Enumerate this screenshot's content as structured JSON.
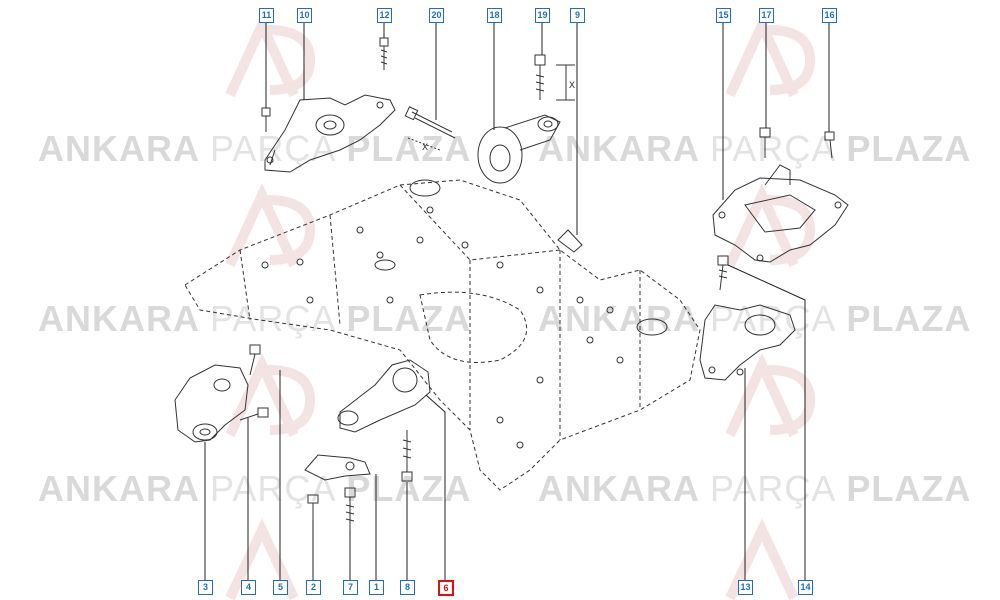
{
  "watermark": {
    "word1": "ANKARA",
    "word2": "PARÇA",
    "word3": "PLAZA",
    "logo": "AP"
  },
  "colors": {
    "callout_border": "#1e6fb8",
    "highlight": "#dd1111",
    "line": "#333333"
  },
  "callouts": [
    {
      "id": "c11",
      "label": "11"
    },
    {
      "id": "c10",
      "label": "10"
    },
    {
      "id": "c12",
      "label": "12"
    },
    {
      "id": "c20",
      "label": "20"
    },
    {
      "id": "c18",
      "label": "18"
    },
    {
      "id": "c19",
      "label": "19"
    },
    {
      "id": "c9",
      "label": "9"
    },
    {
      "id": "c15",
      "label": "15"
    },
    {
      "id": "c17",
      "label": "17"
    },
    {
      "id": "c16",
      "label": "16"
    },
    {
      "id": "c3",
      "label": "3"
    },
    {
      "id": "c4",
      "label": "4"
    },
    {
      "id": "c5",
      "label": "5"
    },
    {
      "id": "c2",
      "label": "2"
    },
    {
      "id": "c7",
      "label": "7"
    },
    {
      "id": "c1",
      "label": "1"
    },
    {
      "id": "c8",
      "label": "8"
    },
    {
      "id": "c6",
      "label": "6",
      "highlighted": true
    },
    {
      "id": "c13",
      "label": "13"
    },
    {
      "id": "c14",
      "label": "14"
    }
  ],
  "dimension_labels": [
    "X",
    "X"
  ]
}
